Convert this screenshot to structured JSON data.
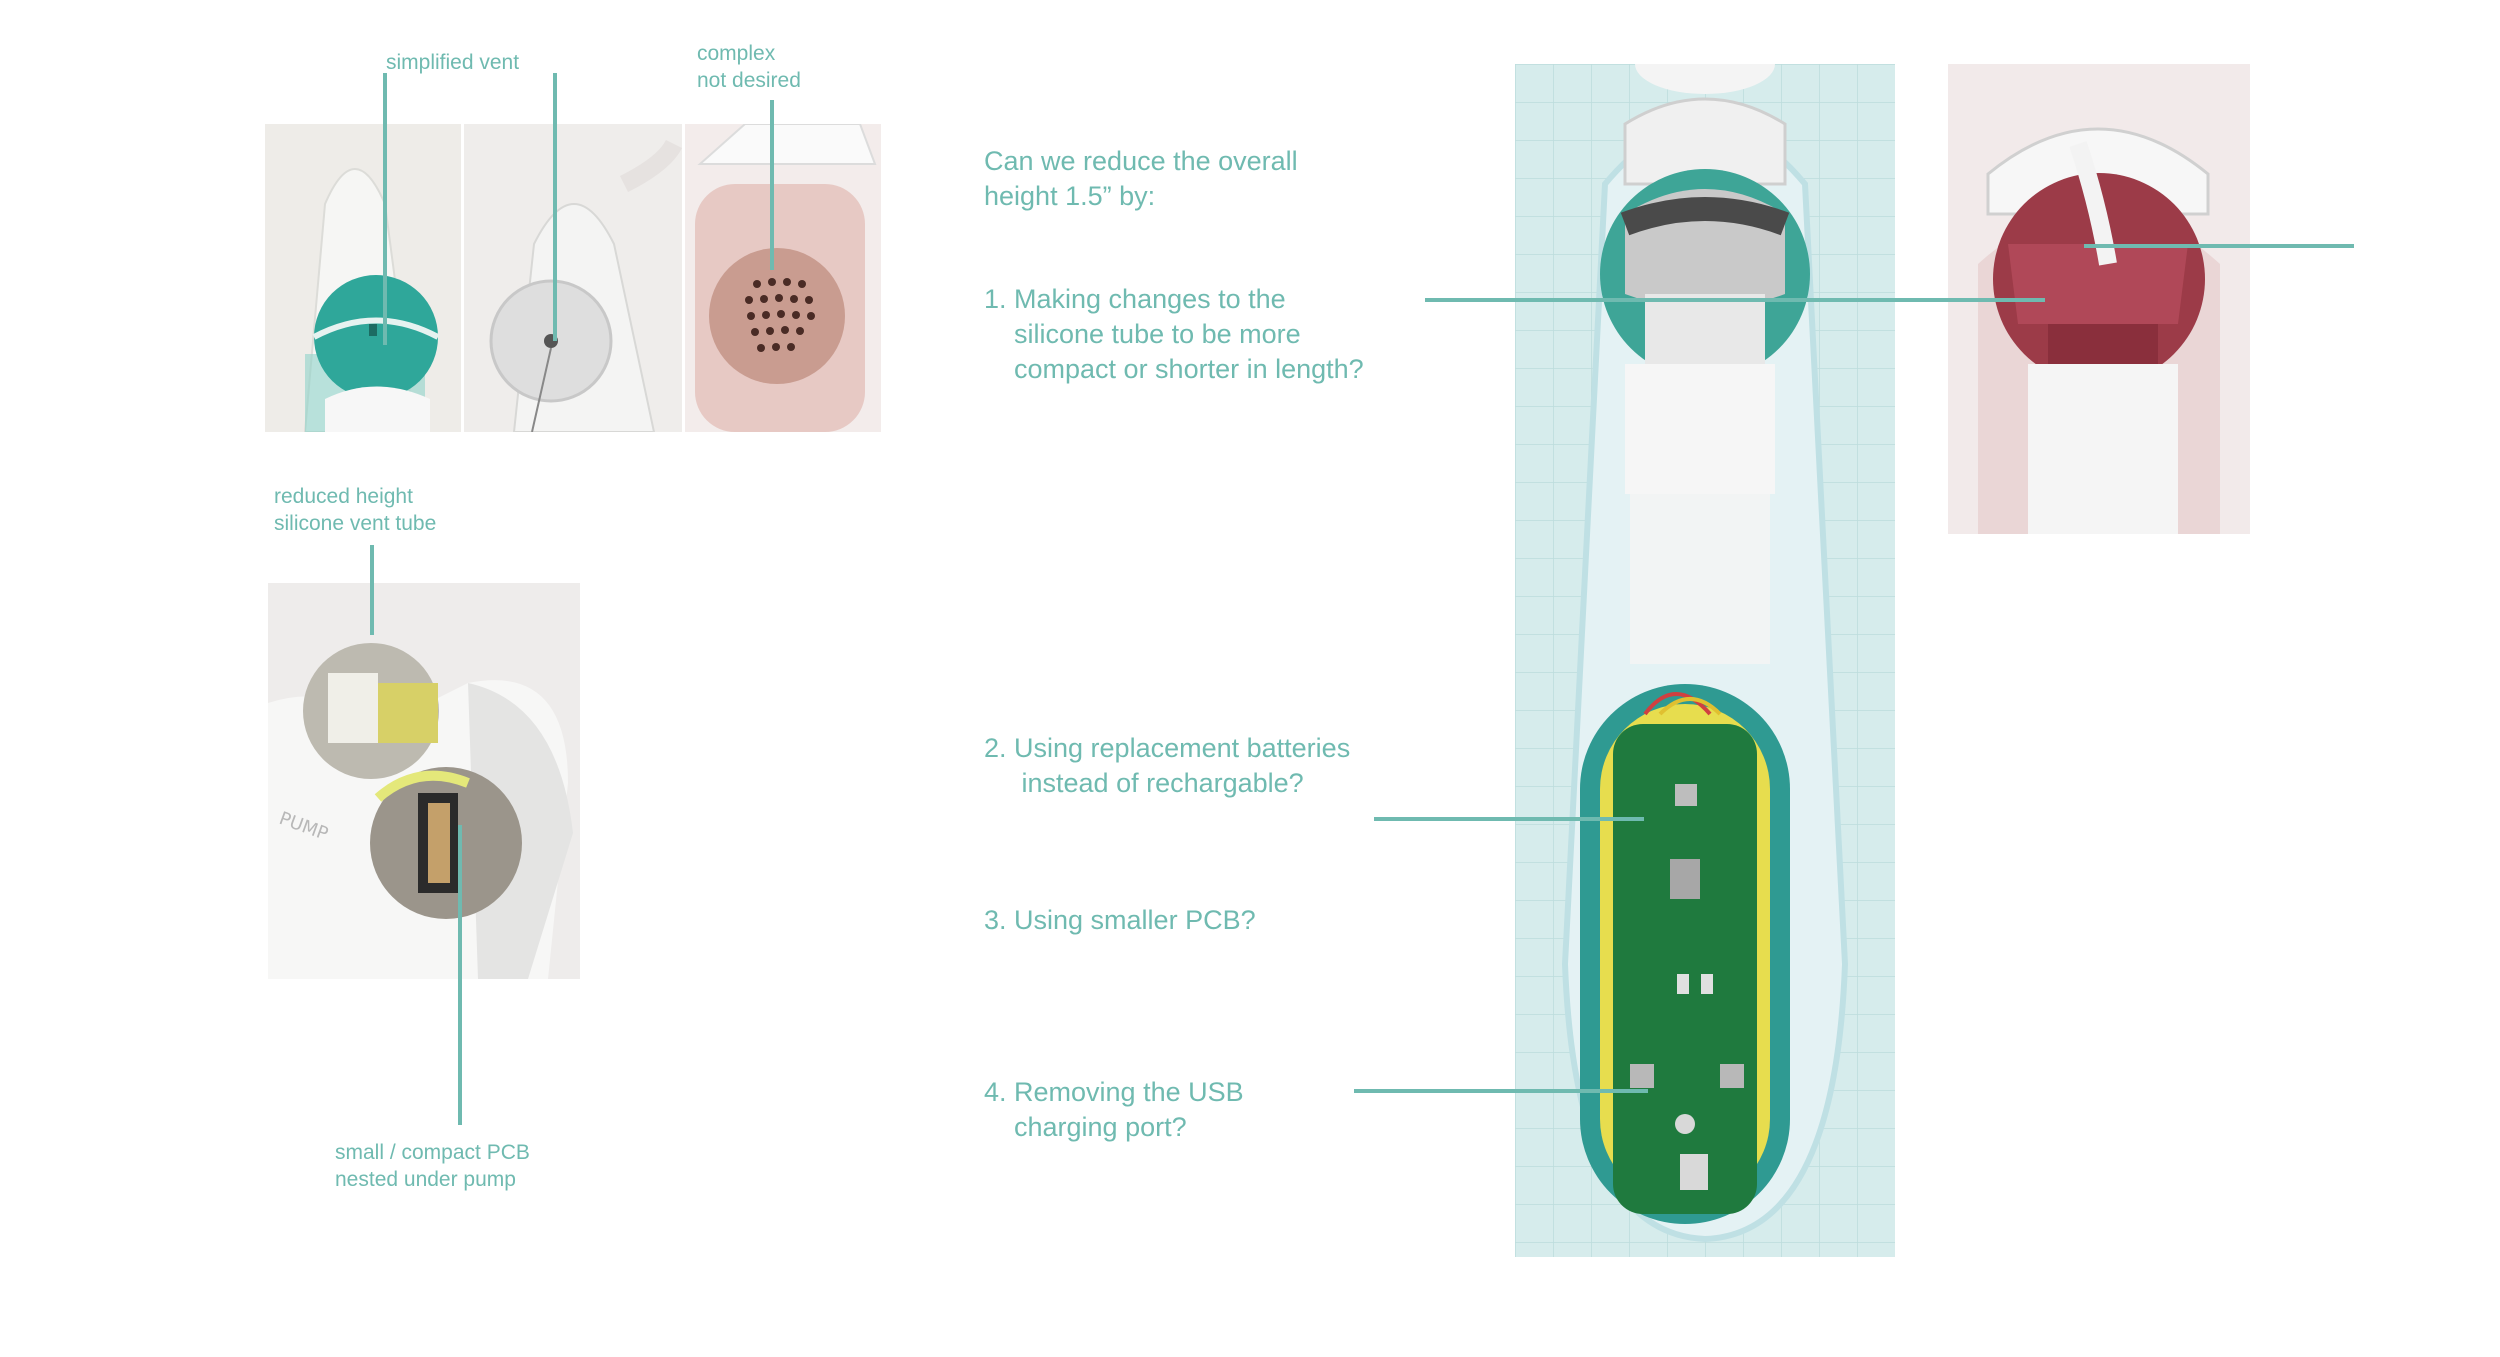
{
  "colors": {
    "accent": "#6fbab0",
    "teal": "#2fa79a",
    "pcb_green": "#1f7a3e",
    "pink": "#e7c9c4",
    "maroon": "#9c3b48",
    "base_blue": "#d6ecec"
  },
  "callouts": {
    "simplified_vent": "simplified vent",
    "complex_not_desired": "complex\nnot desired",
    "reduced_height": "reduced height\nsilicone vent tube",
    "small_pcb": "small / compact PCB\nnested under pump"
  },
  "questions": {
    "intro": "Can we reduce the overall\nheight 1.5” by:",
    "q1": "1. Making changes to the\n    silicone tube to be more\n    compact or shorter in length?",
    "q2": "2. Using replacement batteries\n     instead of rechargable?",
    "q3": "3. Using smaller PCB?",
    "q4": "4. Removing the USB\n    charging port?"
  }
}
